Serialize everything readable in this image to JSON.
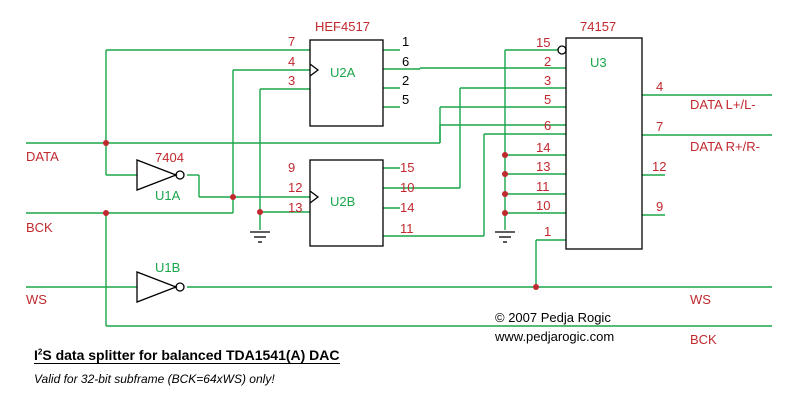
{
  "chips": {
    "counter": "HEF4517",
    "mux": "74157",
    "inverter": "7404"
  },
  "refs": {
    "u1a": "U1A",
    "u1b": "U1B",
    "u2a": "U2A",
    "u2b": "U2B",
    "u3": "U3"
  },
  "pins": {
    "u2a_left": [
      "7",
      "4",
      "3"
    ],
    "u2a_right": [
      "1",
      "6",
      "2",
      "5"
    ],
    "u2b_left": [
      "9",
      "12",
      "13"
    ],
    "u2b_right": [
      "15",
      "10",
      "14",
      "11"
    ],
    "u3_left": [
      "15",
      "2",
      "3",
      "5",
      "6",
      "14",
      "13",
      "11",
      "10",
      "1"
    ],
    "u3_right": [
      "4",
      "7",
      "12",
      "9"
    ]
  },
  "nets": {
    "data_in": "DATA",
    "bck_in": "BCK",
    "ws_in": "WS",
    "ws_out": "WS",
    "bck_out": "BCK",
    "out_lr": "DATA L+/L-",
    "out_rr": "DATA R+/R-"
  },
  "credit": {
    "copyright": "© 2007 Pedja Rogic",
    "website": "www.pedjarogic.com"
  },
  "title": {
    "prefix": "I",
    "superscript": "2",
    "rest": "S data splitter for balanced TDA1541(A) DAC"
  },
  "subtitle": "Valid for 32-bit subframe (BCK=64xWS) only!"
}
